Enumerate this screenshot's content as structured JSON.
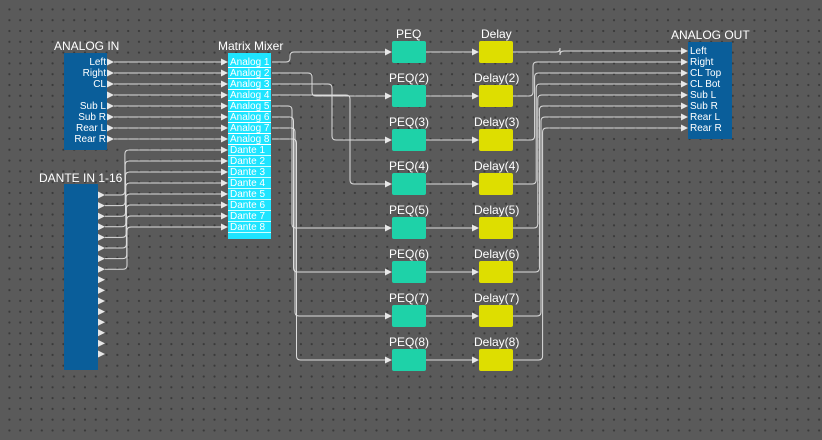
{
  "analog_in": {
    "title": "ANALOG IN",
    "ports": [
      "Left",
      "Right",
      "CL",
      "",
      "Sub L",
      "Sub R",
      "Rear L",
      "Rear R"
    ]
  },
  "dante_in": {
    "title": "DANTE IN 1-16",
    "port_count": 16
  },
  "matrix_mixer": {
    "title": "Matrix Mixer",
    "inputs": [
      "Analog 1",
      "Analog 2",
      "Analog 3",
      "Analog 4",
      "Analog 5",
      "Analog 6",
      "Analog 7",
      "Analog 8",
      "Dante 1",
      "Dante 2",
      "Dante 3",
      "Dante 4",
      "Dante 5",
      "Dante 6",
      "Dante 7",
      "Dante 8"
    ]
  },
  "peq_blocks": [
    "PEQ",
    "PEQ(2)",
    "PEQ(3)",
    "PEQ(4)",
    "PEQ(5)",
    "PEQ(6)",
    "PEQ(7)",
    "PEQ(8)"
  ],
  "delay_blocks": [
    "Delay",
    "Delay(2)",
    "Delay(3)",
    "Delay(4)",
    "Delay(5)",
    "Delay(6)",
    "Delay(7)",
    "Delay(8)"
  ],
  "analog_out": {
    "title": "ANALOG OUT",
    "ports": [
      "Left",
      "Right",
      "CL Top",
      "CL Bot",
      "Sub L",
      "Sub R",
      "Rear L",
      "Rear R"
    ]
  },
  "colors": {
    "background": "#5a5a5a",
    "io_block": "#0a5e9a",
    "matrix_mixer": "#1ee4ff",
    "peq": "#1ed2a8",
    "delay": "#dede00",
    "wire": "#dcdcdc"
  }
}
